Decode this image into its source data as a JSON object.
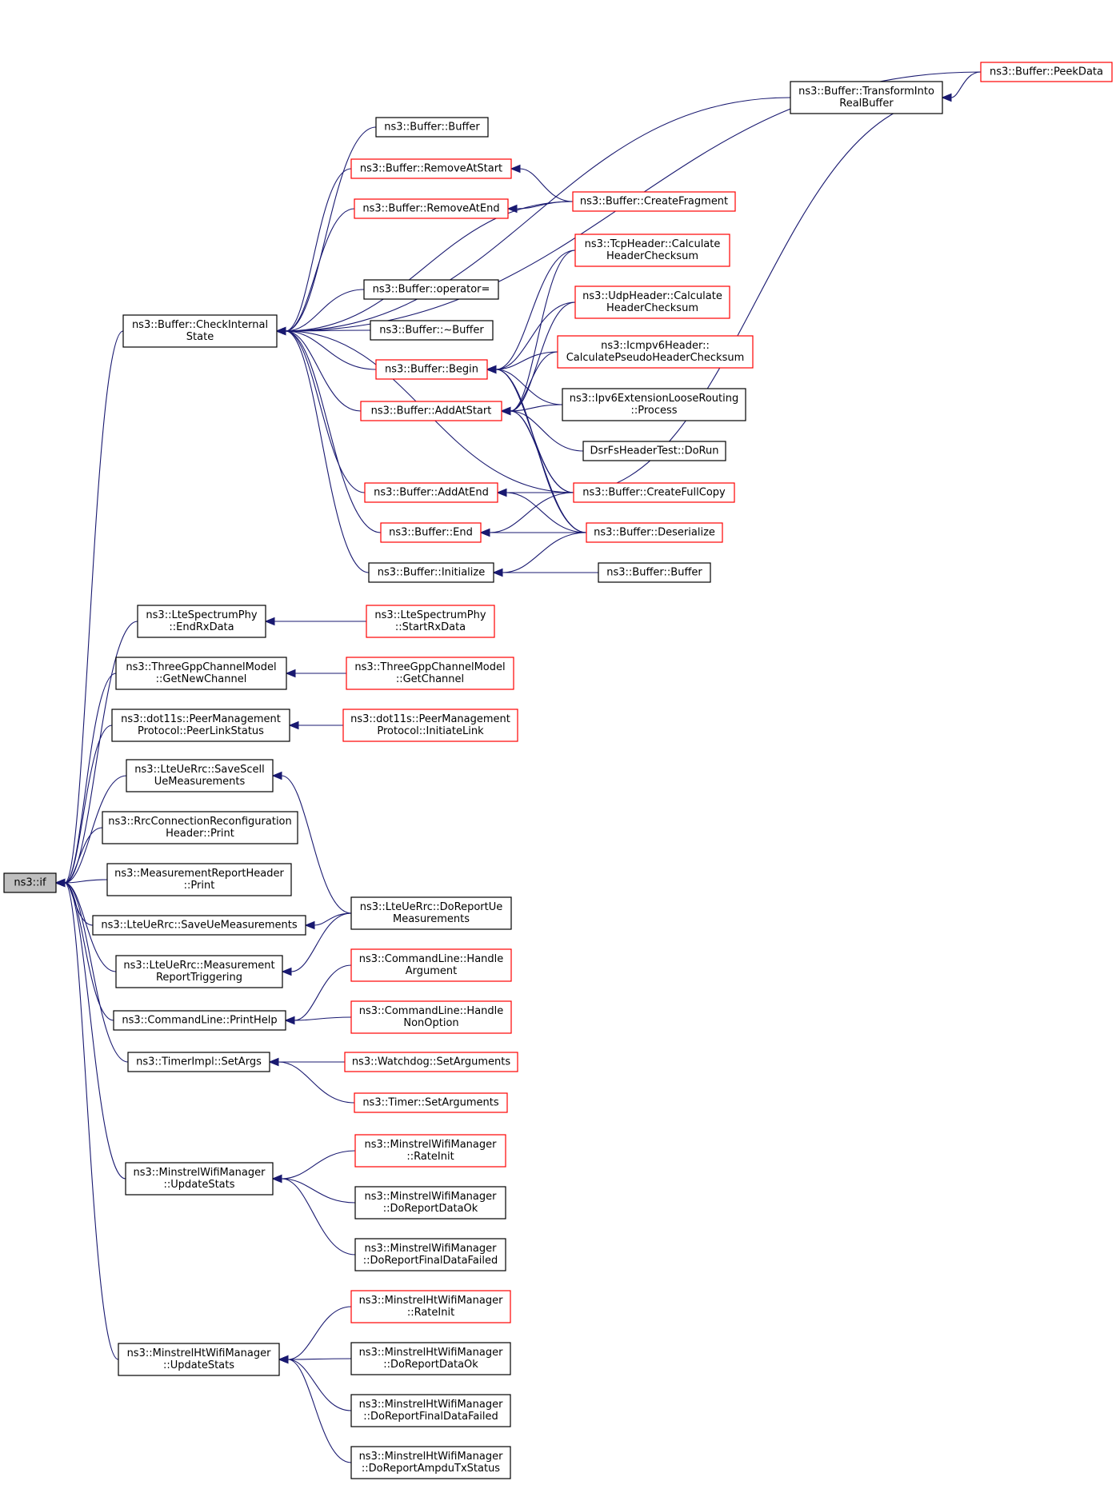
{
  "colors": {
    "edge": "#191970",
    "border_normal": "#000000",
    "border_truncated": "#ff0000",
    "root_fill": "#bfbfbf",
    "node_fill": "#ffffff"
  },
  "nodes": [
    {
      "id": "root",
      "lines": [
        "ns3::if"
      ],
      "style": "root"
    },
    {
      "id": "cis",
      "lines": [
        "ns3::Buffer::CheckInternal",
        "State"
      ],
      "style": "normal"
    },
    {
      "id": "tirb",
      "lines": [
        "ns3::Buffer::TransformInto",
        "RealBuffer"
      ],
      "style": "normal"
    },
    {
      "id": "peek",
      "lines": [
        "ns3::Buffer::PeekData"
      ],
      "style": "truncated"
    },
    {
      "id": "bufbuf1",
      "lines": [
        "ns3::Buffer::Buffer"
      ],
      "style": "normal"
    },
    {
      "id": "ras",
      "lines": [
        "ns3::Buffer::RemoveAtStart"
      ],
      "style": "truncated"
    },
    {
      "id": "rae",
      "lines": [
        "ns3::Buffer::RemoveAtEnd"
      ],
      "style": "truncated"
    },
    {
      "id": "cfrag",
      "lines": [
        "ns3::Buffer::CreateFragment"
      ],
      "style": "truncated"
    },
    {
      "id": "tcp",
      "lines": [
        "ns3::TcpHeader::Calculate",
        "HeaderChecksum"
      ],
      "style": "truncated"
    },
    {
      "id": "udp",
      "lines": [
        "ns3::UdpHeader::Calculate",
        "HeaderChecksum"
      ],
      "style": "truncated"
    },
    {
      "id": "opeq",
      "lines": [
        "ns3::Buffer::operator="
      ],
      "style": "normal"
    },
    {
      "id": "dtor",
      "lines": [
        "ns3::Buffer::~Buffer"
      ],
      "style": "normal"
    },
    {
      "id": "icmp",
      "lines": [
        "ns3::Icmpv6Header::",
        "CalculatePseudoHeaderChecksum"
      ],
      "style": "truncated"
    },
    {
      "id": "begin",
      "lines": [
        "ns3::Buffer::Begin"
      ],
      "style": "truncated"
    },
    {
      "id": "ipv6",
      "lines": [
        "ns3::Ipv6ExtensionLooseRouting",
        "::Process"
      ],
      "style": "normal"
    },
    {
      "id": "aas",
      "lines": [
        "ns3::Buffer::AddAtStart"
      ],
      "style": "truncated"
    },
    {
      "id": "dsr",
      "lines": [
        "DsrFsHeaderTest::DoRun"
      ],
      "style": "normal"
    },
    {
      "id": "aae",
      "lines": [
        "ns3::Buffer::AddAtEnd"
      ],
      "style": "truncated"
    },
    {
      "id": "cfc",
      "lines": [
        "ns3::Buffer::CreateFullCopy"
      ],
      "style": "truncated"
    },
    {
      "id": "end",
      "lines": [
        "ns3::Buffer::End"
      ],
      "style": "truncated"
    },
    {
      "id": "deser",
      "lines": [
        "ns3::Buffer::Deserialize"
      ],
      "style": "truncated"
    },
    {
      "id": "init",
      "lines": [
        "ns3::Buffer::Initialize"
      ],
      "style": "normal"
    },
    {
      "id": "bufbuf2",
      "lines": [
        "ns3::Buffer::Buffer"
      ],
      "style": "normal"
    },
    {
      "id": "lteerx",
      "lines": [
        "ns3::LteSpectrumPhy",
        "::EndRxData"
      ],
      "style": "normal"
    },
    {
      "id": "ltesrx",
      "lines": [
        "ns3::LteSpectrumPhy",
        "::StartRxData"
      ],
      "style": "truncated"
    },
    {
      "id": "gnc",
      "lines": [
        "ns3::ThreeGppChannelModel",
        "::GetNewChannel"
      ],
      "style": "normal"
    },
    {
      "id": "gc",
      "lines": [
        "ns3::ThreeGppChannelModel",
        "::GetChannel"
      ],
      "style": "truncated"
    },
    {
      "id": "pls",
      "lines": [
        "ns3::dot11s::PeerManagement",
        "Protocol::PeerLinkStatus"
      ],
      "style": "normal"
    },
    {
      "id": "il",
      "lines": [
        "ns3::dot11s::PeerManagement",
        "Protocol::InitiateLink"
      ],
      "style": "truncated"
    },
    {
      "id": "sscell",
      "lines": [
        "ns3::LteUeRrc::SaveScell",
        "UeMeasurements"
      ],
      "style": "normal"
    },
    {
      "id": "rrchp",
      "lines": [
        "ns3::RrcConnectionReconfiguration",
        "Header::Print"
      ],
      "style": "normal"
    },
    {
      "id": "mrhp",
      "lines": [
        "ns3::MeasurementReportHeader",
        "::Print"
      ],
      "style": "normal"
    },
    {
      "id": "ssue",
      "lines": [
        "ns3::LteUeRrc::SaveUeMeasurements"
      ],
      "style": "normal"
    },
    {
      "id": "drue",
      "lines": [
        "ns3::LteUeRrc::DoReportUe",
        "Measurements"
      ],
      "style": "normal"
    },
    {
      "id": "mrt",
      "lines": [
        "ns3::LteUeRrc::Measurement",
        "ReportTriggering"
      ],
      "style": "normal"
    },
    {
      "id": "cha",
      "lines": [
        "ns3::CommandLine::Handle",
        "Argument"
      ],
      "style": "truncated"
    },
    {
      "id": "cph",
      "lines": [
        "ns3::CommandLine::PrintHelp"
      ],
      "style": "normal"
    },
    {
      "id": "chn",
      "lines": [
        "ns3::CommandLine::Handle",
        "NonOption"
      ],
      "style": "truncated"
    },
    {
      "id": "tsa",
      "lines": [
        "ns3::TimerImpl::SetArgs"
      ],
      "style": "normal"
    },
    {
      "id": "wsa",
      "lines": [
        "ns3::Watchdog::SetArguments"
      ],
      "style": "truncated"
    },
    {
      "id": "tmsa",
      "lines": [
        "ns3::Timer::SetArguments"
      ],
      "style": "truncated"
    },
    {
      "id": "mus",
      "lines": [
        "ns3::MinstrelWifiManager",
        "::UpdateStats"
      ],
      "style": "normal"
    },
    {
      "id": "mri",
      "lines": [
        "ns3::MinstrelWifiManager",
        "::RateInit"
      ],
      "style": "truncated"
    },
    {
      "id": "mdok",
      "lines": [
        "ns3::MinstrelWifiManager",
        "::DoReportDataOk"
      ],
      "style": "normal"
    },
    {
      "id": "mdff",
      "lines": [
        "ns3::MinstrelWifiManager",
        "::DoReportFinalDataFailed"
      ],
      "style": "normal"
    },
    {
      "id": "hus",
      "lines": [
        "ns3::MinstrelHtWifiManager",
        "::UpdateStats"
      ],
      "style": "normal"
    },
    {
      "id": "hri",
      "lines": [
        "ns3::MinstrelHtWifiManager",
        "::RateInit"
      ],
      "style": "truncated"
    },
    {
      "id": "hdok",
      "lines": [
        "ns3::MinstrelHtWifiManager",
        "::DoReportDataOk"
      ],
      "style": "normal"
    },
    {
      "id": "hdff",
      "lines": [
        "ns3::MinstrelHtWifiManager",
        "::DoReportFinalDataFailed"
      ],
      "style": "normal"
    },
    {
      "id": "hatx",
      "lines": [
        "ns3::MinstrelHtWifiManager",
        "::DoReportAmpduTxStatus"
      ],
      "style": "normal"
    }
  ],
  "edges": [
    [
      "cis",
      "root"
    ],
    [
      "lteerx",
      "root"
    ],
    [
      "gnc",
      "root"
    ],
    [
      "pls",
      "root"
    ],
    [
      "sscell",
      "root"
    ],
    [
      "rrchp",
      "root"
    ],
    [
      "mrhp",
      "root"
    ],
    [
      "ssue",
      "root"
    ],
    [
      "mrt",
      "root"
    ],
    [
      "cph",
      "root"
    ],
    [
      "tsa",
      "root"
    ],
    [
      "mus",
      "root"
    ],
    [
      "hus",
      "root"
    ],
    [
      "peek",
      "cis"
    ],
    [
      "tirb",
      "cis"
    ],
    [
      "bufbuf1",
      "cis"
    ],
    [
      "ras",
      "cis"
    ],
    [
      "rae",
      "cis"
    ],
    [
      "cfrag",
      "cis"
    ],
    [
      "opeq",
      "cis"
    ],
    [
      "dtor",
      "cis"
    ],
    [
      "begin",
      "cis"
    ],
    [
      "aas",
      "cis"
    ],
    [
      "cfc",
      "cis"
    ],
    [
      "aae",
      "cis"
    ],
    [
      "end",
      "cis"
    ],
    [
      "init",
      "cis"
    ],
    [
      "peek",
      "tirb"
    ],
    [
      "cfc",
      "tirb"
    ],
    [
      "cfrag",
      "ras"
    ],
    [
      "cfrag",
      "rae"
    ],
    [
      "tcp",
      "begin"
    ],
    [
      "udp",
      "begin"
    ],
    [
      "icmp",
      "begin"
    ],
    [
      "ipv6",
      "begin"
    ],
    [
      "cfc",
      "begin"
    ],
    [
      "deser",
      "begin"
    ],
    [
      "tcp",
      "aas"
    ],
    [
      "udp",
      "aas"
    ],
    [
      "icmp",
      "aas"
    ],
    [
      "ipv6",
      "aas"
    ],
    [
      "dsr",
      "aas"
    ],
    [
      "cfc",
      "aas"
    ],
    [
      "deser",
      "aas"
    ],
    [
      "cfc",
      "aae"
    ],
    [
      "deser",
      "aae"
    ],
    [
      "cfc",
      "end"
    ],
    [
      "deser",
      "end"
    ],
    [
      "deser",
      "init"
    ],
    [
      "bufbuf2",
      "init"
    ],
    [
      "ltesrx",
      "lteerx"
    ],
    [
      "gc",
      "gnc"
    ],
    [
      "il",
      "pls"
    ],
    [
      "drue",
      "sscell"
    ],
    [
      "drue",
      "ssue"
    ],
    [
      "drue",
      "mrt"
    ],
    [
      "cha",
      "cph"
    ],
    [
      "chn",
      "cph"
    ],
    [
      "wsa",
      "tsa"
    ],
    [
      "tmsa",
      "tsa"
    ],
    [
      "mri",
      "mus"
    ],
    [
      "mdok",
      "mus"
    ],
    [
      "mdff",
      "mus"
    ],
    [
      "hri",
      "hus"
    ],
    [
      "hdok",
      "hus"
    ],
    [
      "hdff",
      "hus"
    ],
    [
      "hatx",
      "hus"
    ]
  ]
}
